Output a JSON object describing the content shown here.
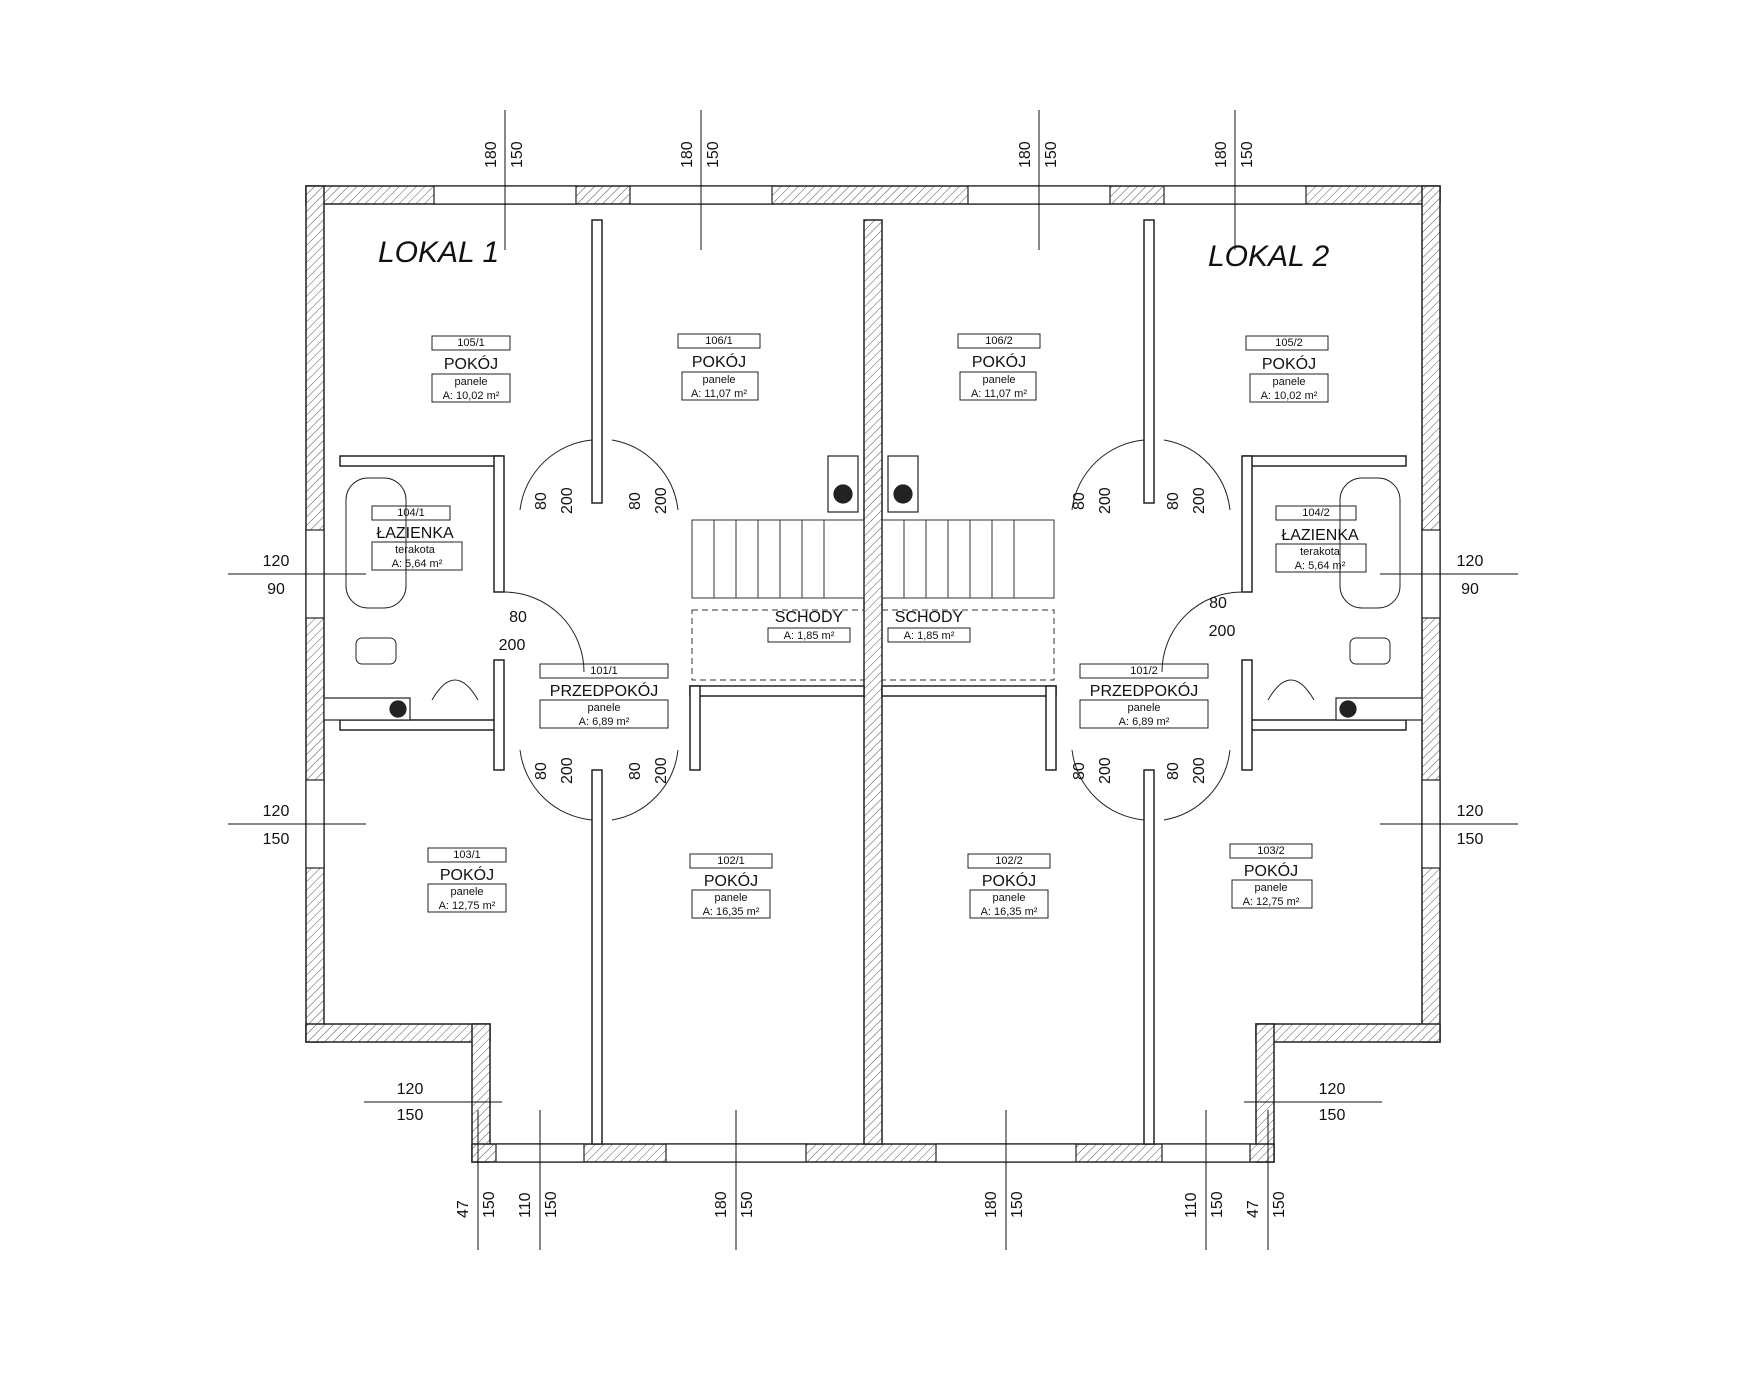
{
  "lokals": [
    "LOKAL 1",
    "LOKAL 2"
  ],
  "rooms": [
    {
      "code": "105/1",
      "name": "POKÓJ",
      "finish": "panele",
      "area": "A: 10,02 m²"
    },
    {
      "code": "106/1",
      "name": "POKÓJ",
      "finish": "panele",
      "area": "A: 11,07 m²"
    },
    {
      "code": "106/2",
      "name": "POKÓJ",
      "finish": "panele",
      "area": "A: 11,07 m²"
    },
    {
      "code": "105/2",
      "name": "POKÓJ",
      "finish": "panele",
      "area": "A: 10,02 m²"
    },
    {
      "code": "104/1",
      "name": "ŁAZIENKA",
      "finish": "terakota",
      "area": "A: 5,64 m²"
    },
    {
      "code": "104/2",
      "name": "ŁAZIENKA",
      "finish": "terakota",
      "area": "A: 5,64 m²"
    },
    {
      "code": "101/1",
      "name": "PRZEDPOKÓJ",
      "finish": "panele",
      "area": "A: 6,89 m²"
    },
    {
      "code": "101/2",
      "name": "PRZEDPOKÓJ",
      "finish": "panele",
      "area": "A: 6,89 m²"
    },
    {
      "code": "103/1",
      "name": "POKÓJ",
      "finish": "panele",
      "area": "A: 12,75 m²"
    },
    {
      "code": "102/1",
      "name": "POKÓJ",
      "finish": "panele",
      "area": "A: 16,35 m²"
    },
    {
      "code": "102/2",
      "name": "POKÓJ",
      "finish": "panele",
      "area": "A: 16,35 m²"
    },
    {
      "code": "103/2",
      "name": "POKÓJ",
      "finish": "panele",
      "area": "A: 12,75 m²"
    }
  ],
  "stairs": [
    {
      "name": "SCHODY",
      "area": "A: 1,85 m²"
    },
    {
      "name": "SCHODY",
      "area": "A: 1,85 m²"
    }
  ],
  "top_windows": [
    {
      "a": "180",
      "b": "150"
    },
    {
      "a": "180",
      "b": "150"
    },
    {
      "a": "180",
      "b": "150"
    },
    {
      "a": "180",
      "b": "150"
    }
  ],
  "bottom_windows": [
    {
      "a": "47",
      "b": "150"
    },
    {
      "a": "110",
      "b": "150"
    },
    {
      "a": "180",
      "b": "150"
    },
    {
      "a": "180",
      "b": "150"
    },
    {
      "a": "110",
      "b": "150"
    },
    {
      "a": "47",
      "b": "150"
    }
  ],
  "side_windows": [
    {
      "top": "120",
      "bottom": "90"
    },
    {
      "top": "120",
      "bottom": "150"
    },
    {
      "top": "120",
      "bottom": "90"
    },
    {
      "top": "120",
      "bottom": "150"
    }
  ],
  "bay_windows": [
    {
      "top": "120",
      "bottom": "150"
    },
    {
      "top": "120",
      "bottom": "150"
    }
  ],
  "doors": [
    {
      "w": "80",
      "h": "200"
    },
    {
      "w": "80",
      "h": "200"
    },
    {
      "w": "80",
      "h": "200"
    },
    {
      "w": "80",
      "h": "200"
    },
    {
      "w": "80",
      "h": "200"
    },
    {
      "w": "80",
      "h": "200"
    },
    {
      "w": "80",
      "h": "200"
    },
    {
      "w": "80",
      "h": "200"
    },
    {
      "w": "80",
      "h": "200"
    },
    {
      "w": "80",
      "h": "200"
    }
  ]
}
